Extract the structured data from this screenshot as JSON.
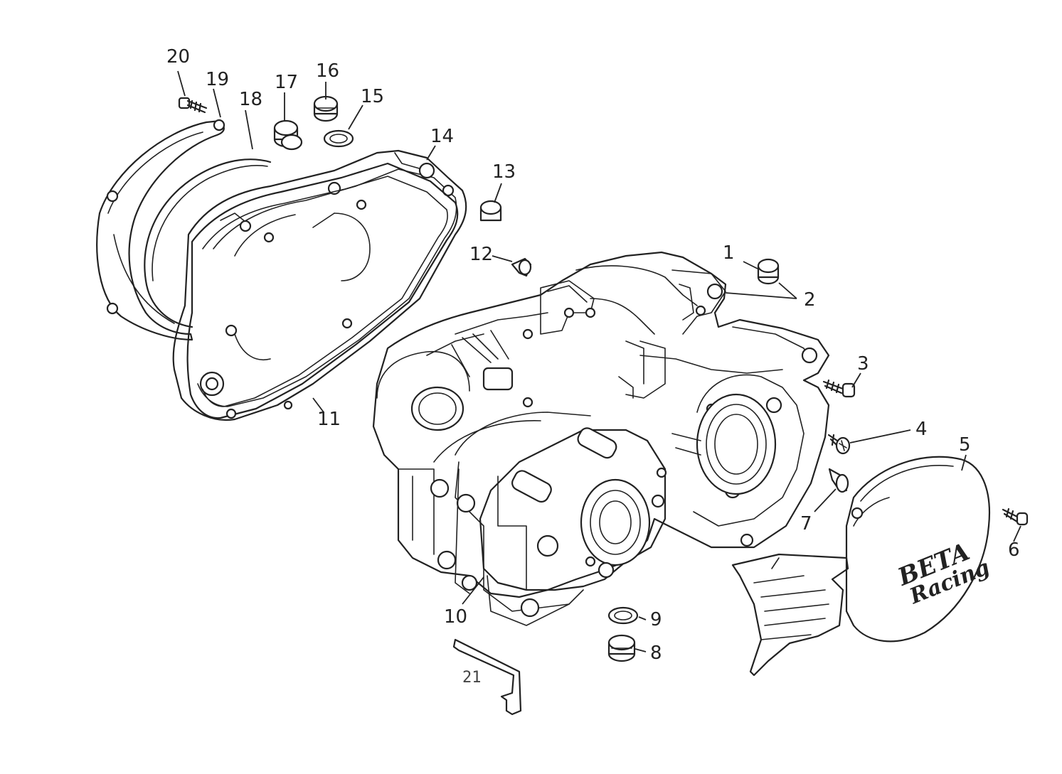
{
  "callouts": [
    {
      "id": "1",
      "label": "1"
    },
    {
      "id": "2",
      "label": "2"
    },
    {
      "id": "3",
      "label": "3"
    },
    {
      "id": "4",
      "label": "4"
    },
    {
      "id": "5",
      "label": "5"
    },
    {
      "id": "6",
      "label": "6"
    },
    {
      "id": "7",
      "label": "7"
    },
    {
      "id": "8",
      "label": "8"
    },
    {
      "id": "9",
      "label": "9"
    },
    {
      "id": "10",
      "label": "10"
    },
    {
      "id": "11",
      "label": "11"
    },
    {
      "id": "12",
      "label": "12"
    },
    {
      "id": "13",
      "label": "13"
    },
    {
      "id": "14",
      "label": "14"
    },
    {
      "id": "15",
      "label": "15"
    },
    {
      "id": "16",
      "label": "16"
    },
    {
      "id": "17",
      "label": "17"
    },
    {
      "id": "18",
      "label": "18"
    },
    {
      "id": "19",
      "label": "19"
    },
    {
      "id": "20",
      "label": "20"
    },
    {
      "id": "21",
      "label": "21"
    }
  ],
  "logo": {
    "brand": "BETA",
    "subtitle": "Racing"
  }
}
